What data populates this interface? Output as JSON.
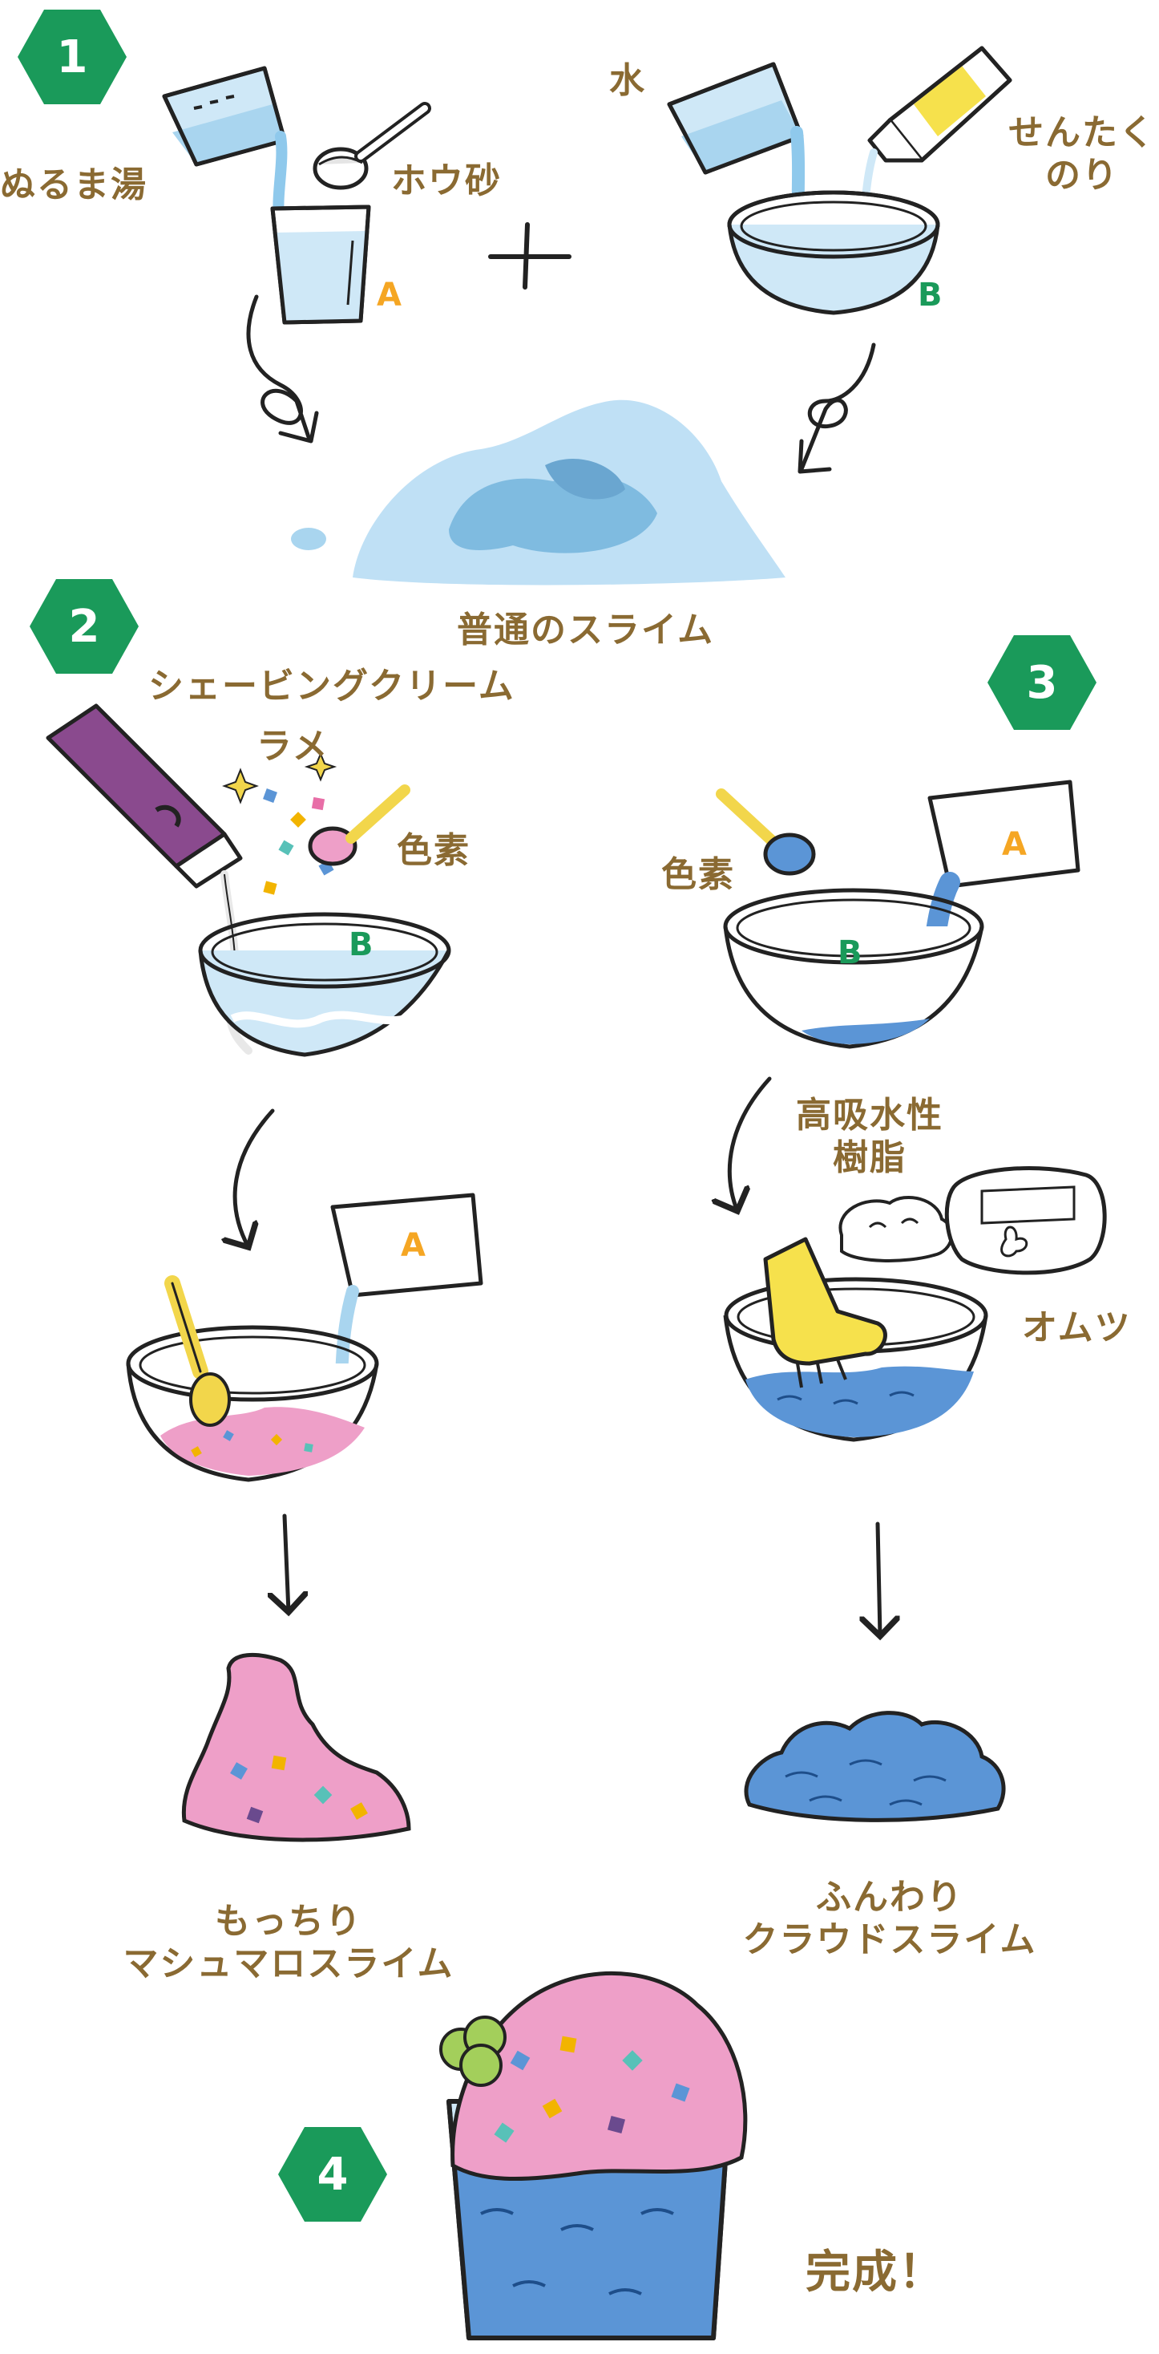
{
  "colors": {
    "step_badge": "#1a9a5a",
    "label_text": "#8a6a32",
    "tag_a": "#f5a623",
    "tag_b": "#1a9a5a",
    "water_blue": "#a9d5ef",
    "slime_blue": "#5b95d6",
    "slime_pink": "#ee9fc8",
    "spoon_yellow": "#f2d64b",
    "bottle_purple": "#8a4a8e"
  },
  "steps": [
    "1",
    "2",
    "3",
    "4"
  ],
  "step1": {
    "warm_water": "ぬるま湯",
    "borax": "ホウ砂",
    "water": "水",
    "laundry_glue_line1": "せんたく",
    "laundry_glue_line2": "のり",
    "tag_a": "A",
    "tag_b": "B",
    "result": "普通のスライム"
  },
  "step2": {
    "shaving_cream": "シェービングクリーム",
    "glitter": "ラメ",
    "pigment": "色素",
    "tag_b": "B",
    "tag_a": "A",
    "result_line1": "もっちり",
    "result_line2": "マシュマロスライム"
  },
  "step3": {
    "pigment": "色素",
    "tag_a": "A",
    "tag_b": "B",
    "polymer_line1": "高吸水性",
    "polymer_line2": "樹脂",
    "diaper": "オムツ",
    "result_line1": "ふんわり",
    "result_line2": "クラウドスライム"
  },
  "step4": {
    "done": "完成！"
  }
}
